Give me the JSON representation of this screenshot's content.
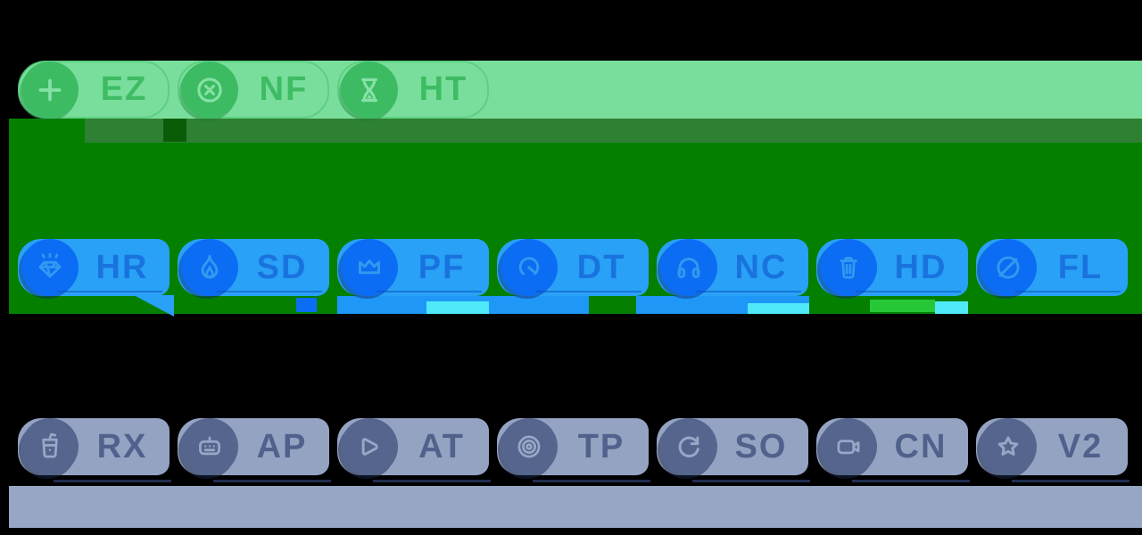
{
  "colors": {
    "bg": "#000000",
    "green-band": "#79DE9B",
    "green-circle": "#3CBB62",
    "green-icon": "#85E2A6",
    "green-label": "#3EBC64",
    "olive-strip": "#2E8033",
    "olive-notch": "#0A5D06",
    "field-green": "#057F00",
    "blue-chip": "#29A1F6",
    "blue-circle": "#0B6CF4",
    "blue-icon": "#3399F0",
    "blue-label": "#1973DE",
    "blue-underline": "#0A53BC",
    "slate-chip": "#94A3C2",
    "slate-circle": "#55658E",
    "slate-icon": "#98A7C6",
    "slate-label": "#50618C",
    "slate-underline": "#26355C",
    "slate-band": "#97A6C4",
    "debris-blue": "#1F97F7",
    "debris-cyan": "#4FE9FA",
    "debris-bright-green": "#27C837",
    "shadow-navy": "rgba(10,40,110,0.45)"
  },
  "rows": [
    {
      "name": "green-row",
      "chips": [
        {
          "label": "EZ",
          "icon": "plus-icon"
        },
        {
          "label": "NF",
          "icon": "x-circle-icon"
        },
        {
          "label": "HT",
          "icon": "hourglass-icon"
        }
      ]
    },
    {
      "name": "blue-row",
      "chips": [
        {
          "label": "HR",
          "icon": "gem-icon"
        },
        {
          "label": "SD",
          "icon": "flame-icon"
        },
        {
          "label": "PF",
          "icon": "crown-icon"
        },
        {
          "label": "DT",
          "icon": "gauge-icon"
        },
        {
          "label": "NC",
          "icon": "headphones-icon"
        },
        {
          "label": "HD",
          "icon": "trash-icon"
        },
        {
          "label": "FL",
          "icon": "hidden-icon"
        }
      ]
    },
    {
      "name": "slate-row",
      "chips": [
        {
          "label": "RX",
          "icon": "drink-icon"
        },
        {
          "label": "AP",
          "icon": "gamepad-icon"
        },
        {
          "label": "AT",
          "icon": "play-icon"
        },
        {
          "label": "TP",
          "icon": "target-icon"
        },
        {
          "label": "SO",
          "icon": "refresh-icon"
        },
        {
          "label": "CN",
          "icon": "camera-icon"
        },
        {
          "label": "V2",
          "icon": "star-icon"
        }
      ]
    }
  ]
}
